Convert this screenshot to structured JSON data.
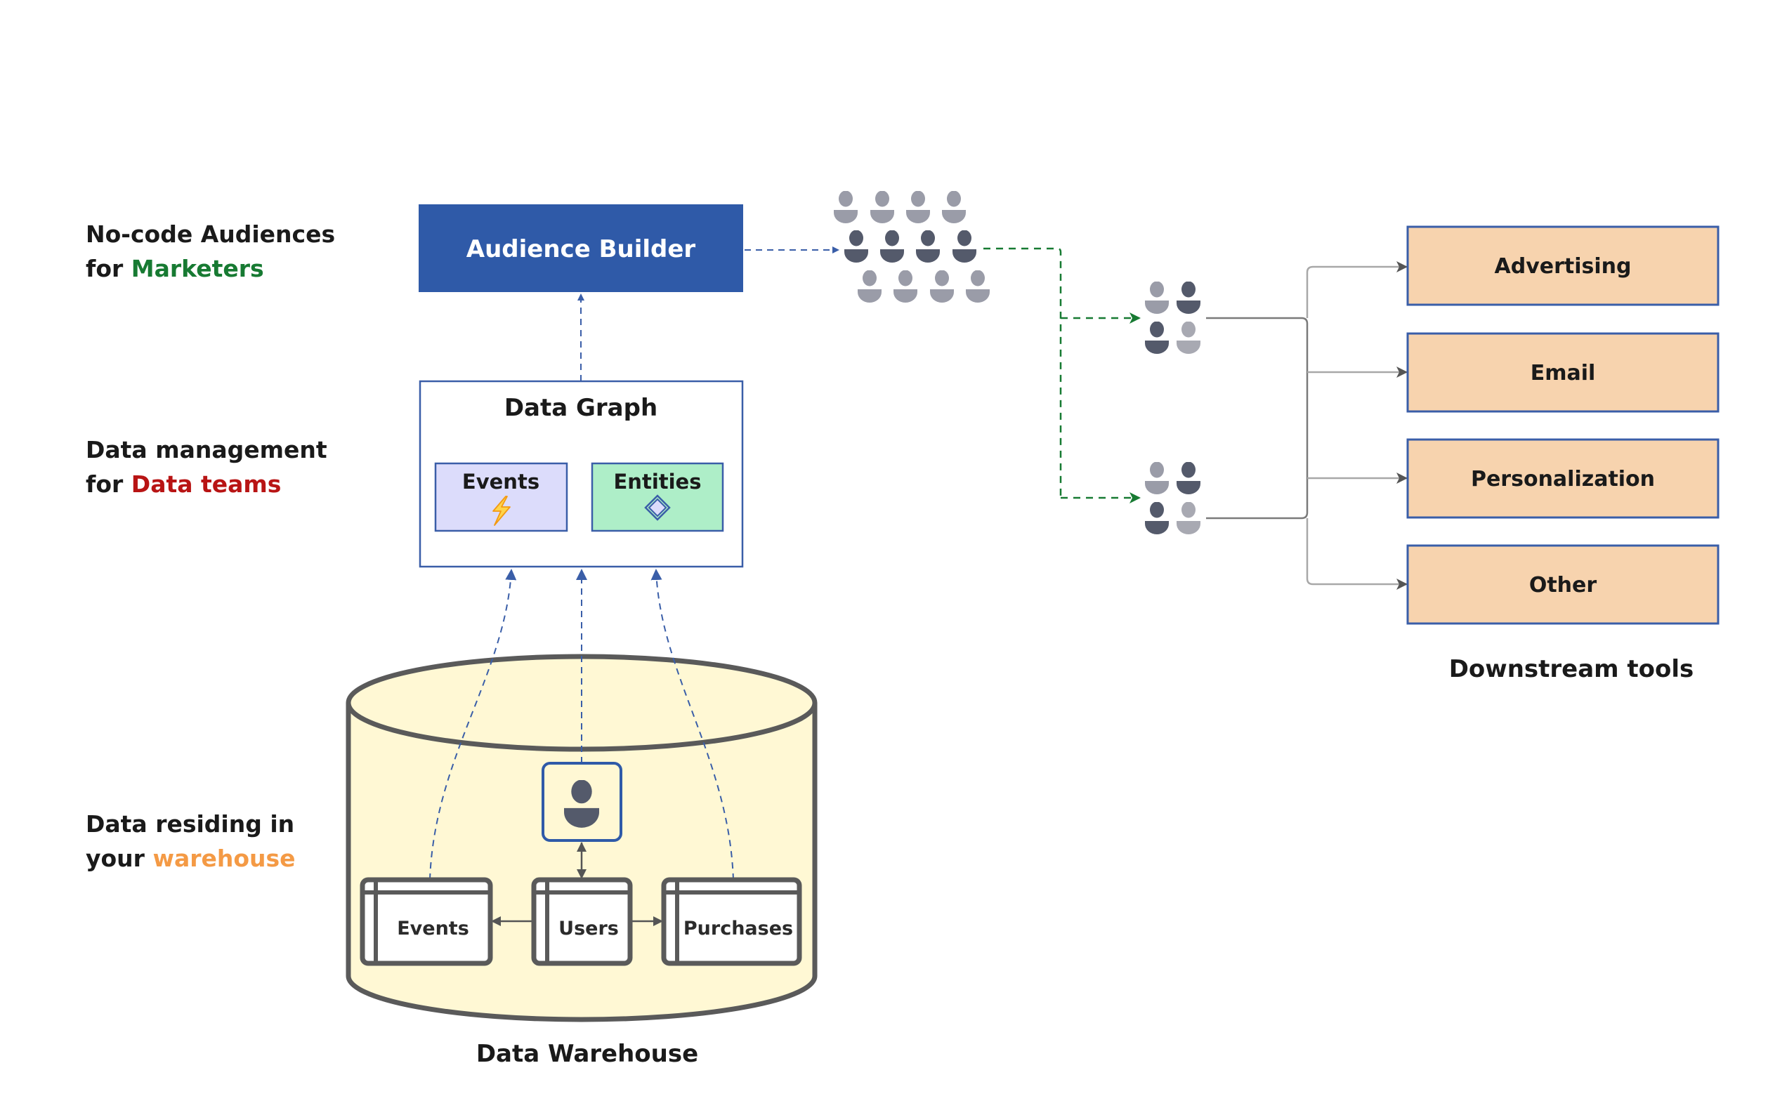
{
  "side_labels": {
    "marketers": {
      "line1": "No-code Audiences",
      "line2_prefix": "for ",
      "line2_highlight": "Marketers",
      "highlight_color": "#177a32"
    },
    "data_teams": {
      "line1": "Data management",
      "line2_prefix": "for ",
      "line2_highlight": "Data teams",
      "highlight_color": "#b81414"
    },
    "warehouse": {
      "line1": "Data residing in",
      "line2_prefix": "your ",
      "line2_highlight": "warehouse",
      "highlight_color": "#f49a45"
    }
  },
  "audience_builder": {
    "label": "Audience Builder",
    "color": "#2f5aa8"
  },
  "data_graph": {
    "title": "Data Graph",
    "events": {
      "label": "Events",
      "icon": "lightning-icon",
      "bg": "#dcdcfb"
    },
    "entities": {
      "label": "Entities",
      "icon": "diamond-icon",
      "bg": "#aeeec8"
    }
  },
  "warehouse": {
    "caption": "Data Warehouse",
    "fill": "#fff8d4",
    "user_icon": "user-icon",
    "tables": [
      {
        "label": "Events"
      },
      {
        "label": "Users"
      },
      {
        "label": "Purchases"
      }
    ]
  },
  "audiences": {
    "icon": "people-icon",
    "segments": 2
  },
  "downstream": {
    "caption": "Downstream tools",
    "fill": "#f7d3ae",
    "tools": [
      {
        "label": "Advertising"
      },
      {
        "label": "Email"
      },
      {
        "label": "Personalization"
      },
      {
        "label": "Other"
      }
    ]
  },
  "colors": {
    "person_dark": "#545a6b",
    "person_light": "#9a9ca8",
    "border_blue": "#3a5ea8",
    "warehouse_stroke": "#5a5a5a"
  }
}
